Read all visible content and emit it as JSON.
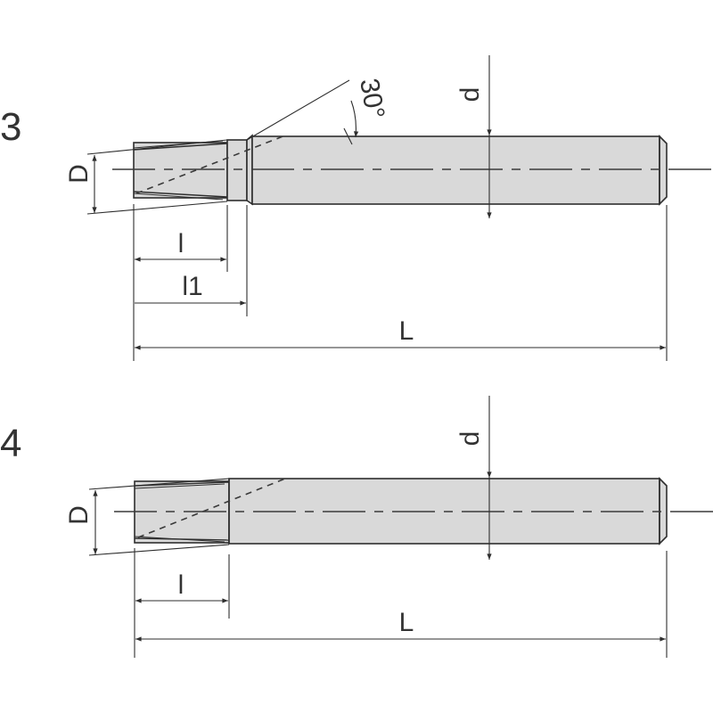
{
  "drawings": [
    {
      "id": "3",
      "label": "3",
      "dimensions": {
        "D": "D",
        "d": "d",
        "l": "l",
        "l1": "l1",
        "L": "L",
        "angle": "30°"
      }
    },
    {
      "id": "4",
      "label": "4",
      "dimensions": {
        "D": "D",
        "d": "d",
        "l": "l",
        "L": "L"
      }
    }
  ],
  "colors": {
    "body_fill": "#d9d9d9",
    "line": "#2e2e2e",
    "text": "#333333",
    "background": "#ffffff"
  }
}
